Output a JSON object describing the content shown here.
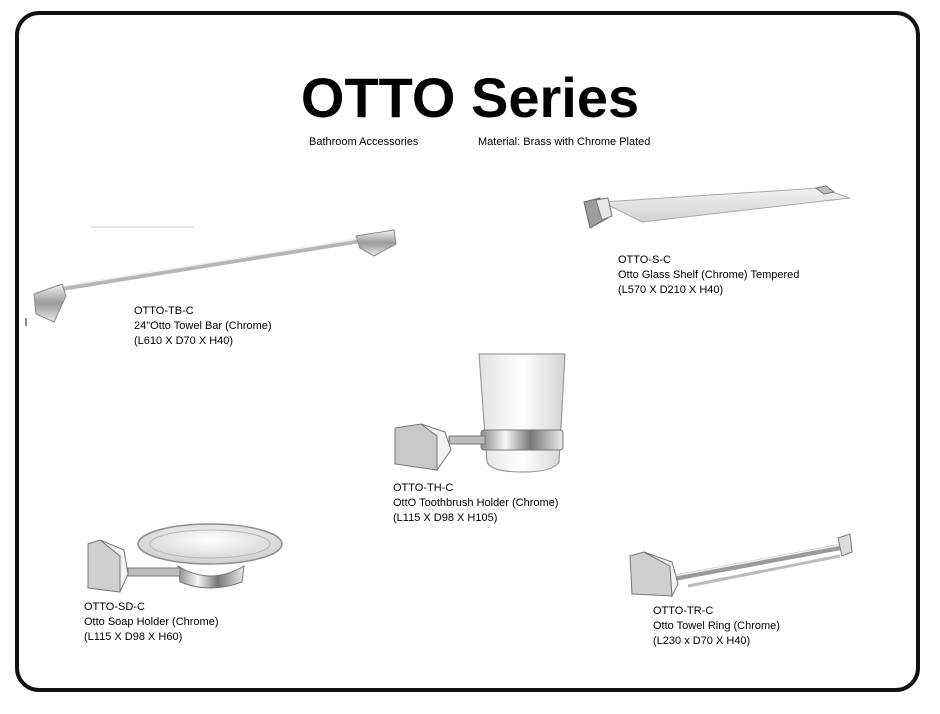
{
  "header": {
    "title": "OTTO Series",
    "subtitle_left": "Bathroom Accessories",
    "subtitle_right": "Material: Brass with Chrome Plated"
  },
  "products": [
    {
      "code": "OTTO-TB-C",
      "name": "24\"Otto Towel Bar (Chrome)",
      "dimensions": "(L610 X D70 X H40)"
    },
    {
      "code": "OTTO-S-C",
      "name": "Otto Glass Shelf (Chrome) Tempered",
      "dimensions": "(L570 X D210 X H40)"
    },
    {
      "code": "OTTO-TH-C",
      "name": "OttO Toothbrush Holder (Chrome)",
      "dimensions": "(L115 X D98 X H105)"
    },
    {
      "code": "OTTO-SD-C",
      "name": "Otto Soap Holder (Chrome)",
      "dimensions": "(L115 X D98 X H60)"
    },
    {
      "code": "OTTO-TR-C",
      "name": "Otto Towel Ring (Chrome)",
      "dimensions": "(L230 x D70 X H40)"
    }
  ],
  "icons": {
    "towel_bar": "towel-bar-image",
    "glass_shelf": "glass-shelf-image",
    "toothbrush_holder": "toothbrush-holder-image",
    "soap_holder": "soap-holder-image",
    "towel_ring": "towel-ring-image"
  }
}
